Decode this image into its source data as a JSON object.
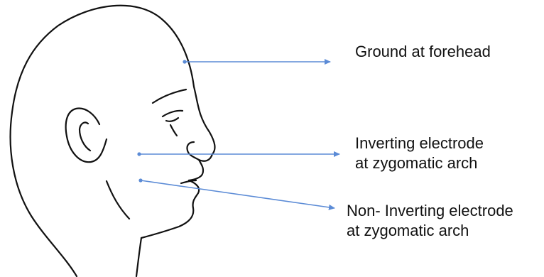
{
  "labels": {
    "ground": [
      "Ground at forehead"
    ],
    "inverting": [
      "Inverting electrode",
      "at zygomatic arch"
    ],
    "non_inverting": [
      "Non- Inverting electrode",
      "at zygomatic arch"
    ]
  },
  "colors": {
    "line": "#111111",
    "arrow": "#5b8bd6"
  }
}
